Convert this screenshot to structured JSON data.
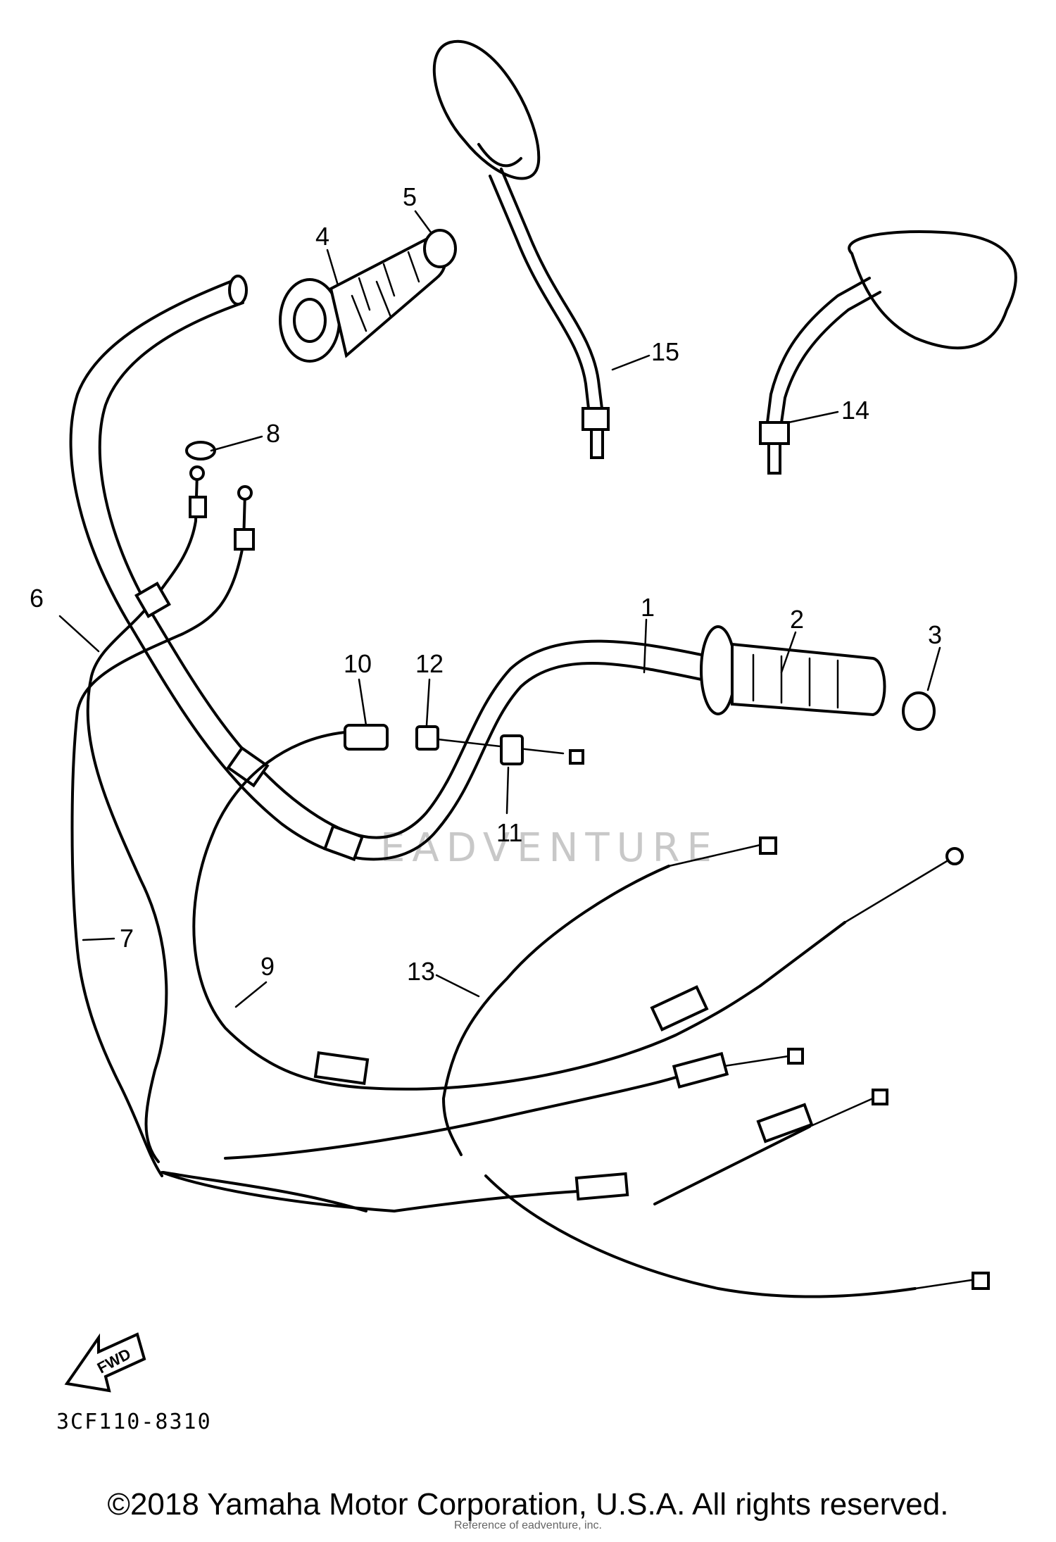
{
  "diagram": {
    "callouts": [
      "1",
      "2",
      "3",
      "4",
      "5",
      "6",
      "7",
      "8",
      "9",
      "10",
      "11",
      "12",
      "13",
      "14",
      "15"
    ],
    "fwd_mark": "FWD",
    "reference_code": "3CF110-8310",
    "watermark": "EADVENTURE",
    "copyright": "©2018 Yamaha Motor Corporation, U.S.A. All rights reserved.",
    "credit": "Reference of eadventure, inc."
  }
}
